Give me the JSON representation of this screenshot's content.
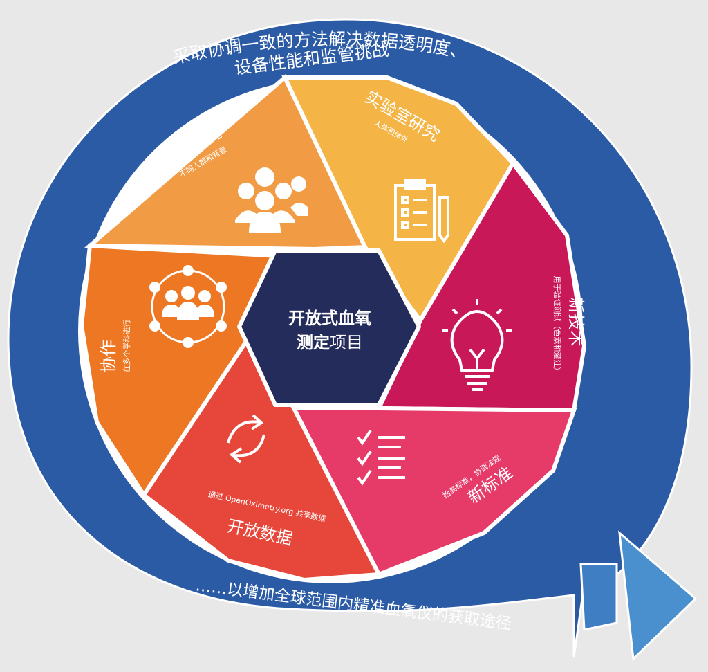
{
  "ring": {
    "top_line1": "采取协调一致的方法解决数据透明度、",
    "top_line2": "设备性能和监管挑战",
    "bottom": "……以增加全球范围内精准血氧仪的获取途径"
  },
  "center": {
    "line1": "开放式血氧",
    "line2_bold": "测定",
    "line2_rest": "项目"
  },
  "segments": {
    "clinical": {
      "title": "临床研究",
      "subtitle": "不同人群和背景",
      "icon": "people-group-icon",
      "color": "#f19b44"
    },
    "lab": {
      "title": "实验室研究",
      "subtitle": "人体和体外",
      "icon": "clipboard-pencil-icon",
      "color": "#f5b546"
    },
    "tech": {
      "title": "新技术",
      "subtitle": "用于验证测试（色素和灌注）",
      "icon": "lightbulb-icon",
      "color": "#c81858"
    },
    "standards": {
      "title": "新标准",
      "subtitle": "抬高标准，协调法规",
      "icon": "checklist-icon",
      "color": "#e63a69"
    },
    "open_data": {
      "title": "开放数据",
      "subtitle": "通过 OpenOximetry.org 共享数据",
      "icon": "refresh-arrows-icon",
      "color": "#e6473a"
    },
    "collab": {
      "title": "协作",
      "subtitle": "在多个学科进行",
      "icon": "network-people-icon",
      "color": "#ed7723"
    }
  },
  "colors": {
    "ring": "#2c5ba6",
    "ring_light": "#4a8fce",
    "hexagon": "#232c5a",
    "background": "#e8e8e9"
  }
}
